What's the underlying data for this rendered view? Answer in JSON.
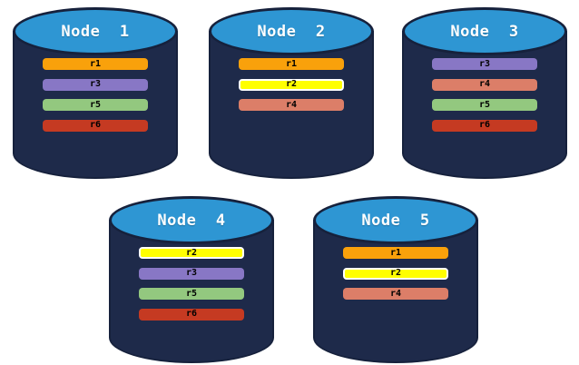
{
  "diagram": {
    "description": "Replica distribution across database nodes"
  },
  "colors": {
    "background": "#FFFFFF",
    "cylinder_body": "#1E2A4A",
    "cylinder_top": "#2E96D3",
    "cylinder_outline": "#16213C",
    "bar_text": "#000000"
  },
  "palette": {
    "r1": {
      "fill": "#F9A10B",
      "border": null
    },
    "r2": {
      "fill": "#FFFF00",
      "border": "#FFFFFF"
    },
    "r3": {
      "fill": "#8877C5",
      "border": null
    },
    "r4": {
      "fill": "#DC7E68",
      "border": null
    },
    "r5": {
      "fill": "#93C87F",
      "border": null
    },
    "r6": {
      "fill": "#C53A22",
      "border": null
    }
  },
  "nodes": [
    {
      "title": "Node  1",
      "replicas": [
        "r1",
        "r3",
        "r5",
        "r6"
      ]
    },
    {
      "title": "Node  2",
      "replicas": [
        "r1",
        "r2",
        "r4"
      ]
    },
    {
      "title": "Node  3",
      "replicas": [
        "r3",
        "r4",
        "r5",
        "r6"
      ]
    },
    {
      "title": "Node  4",
      "replicas": [
        "r2",
        "r3",
        "r5",
        "r6"
      ]
    },
    {
      "title": "Node  5",
      "replicas": [
        "r1",
        "r2",
        "r4"
      ]
    }
  ],
  "layout_note": "5 database cylinders; top row Node 1-3, bottom row Node 4-5"
}
